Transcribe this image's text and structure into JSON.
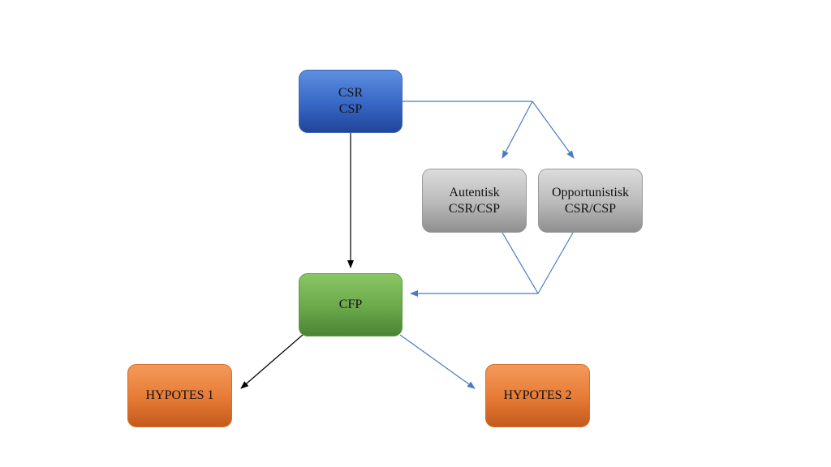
{
  "diagram": {
    "nodes": {
      "csr": {
        "line1": "CSR",
        "line2": "CSP"
      },
      "autentisk": {
        "line1": "Autentisk",
        "line2": "CSR/CSP"
      },
      "opportunistisk": {
        "line1": "Opportunistisk",
        "line2": "CSR/CSP"
      },
      "cfp": {
        "label": "CFP"
      },
      "hypotes1": {
        "label": "HYPOTES 1"
      },
      "hypotes2": {
        "label": "HYPOTES 2"
      }
    },
    "colors": {
      "blue_connector": "#4a7bc4",
      "black_connector": "#000000",
      "csr_box": "#3767c4",
      "gray_box": "#b9b9b9",
      "cfp_box": "#6aa84a",
      "hypotes_box": "#e67a35"
    }
  }
}
